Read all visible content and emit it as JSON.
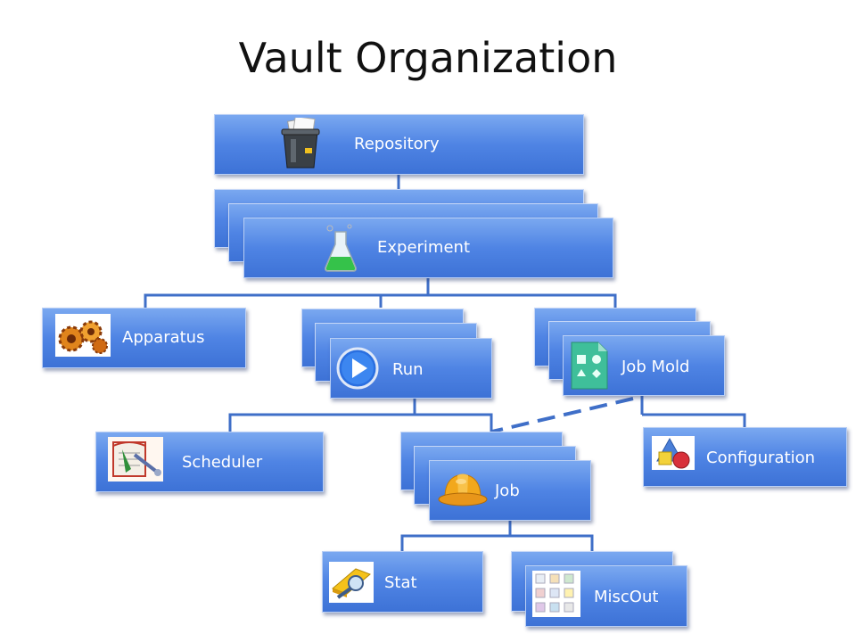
{
  "title": "Vault Organization",
  "nodes": {
    "repository": "Repository",
    "experiment": "Experiment",
    "apparatus": "Apparatus",
    "run": "Run",
    "job_mold": "Job Mold",
    "scheduler": "Scheduler",
    "job": "Job",
    "configuration": "Configuration",
    "stat": "Stat",
    "miscout": "MiscOut"
  },
  "icons": {
    "repository": "trash-bin-icon",
    "experiment": "flask-icon",
    "apparatus": "gears-icon",
    "run": "play-icon",
    "job_mold": "shapes-document-icon",
    "scheduler": "scheduler-icon",
    "job": "hard-hat-icon",
    "configuration": "shapes-icon",
    "stat": "magnifier-icon",
    "miscout": "thumbnails-icon"
  },
  "colors": {
    "node": "#4f84e4",
    "connector": "#3f6fc8"
  }
}
